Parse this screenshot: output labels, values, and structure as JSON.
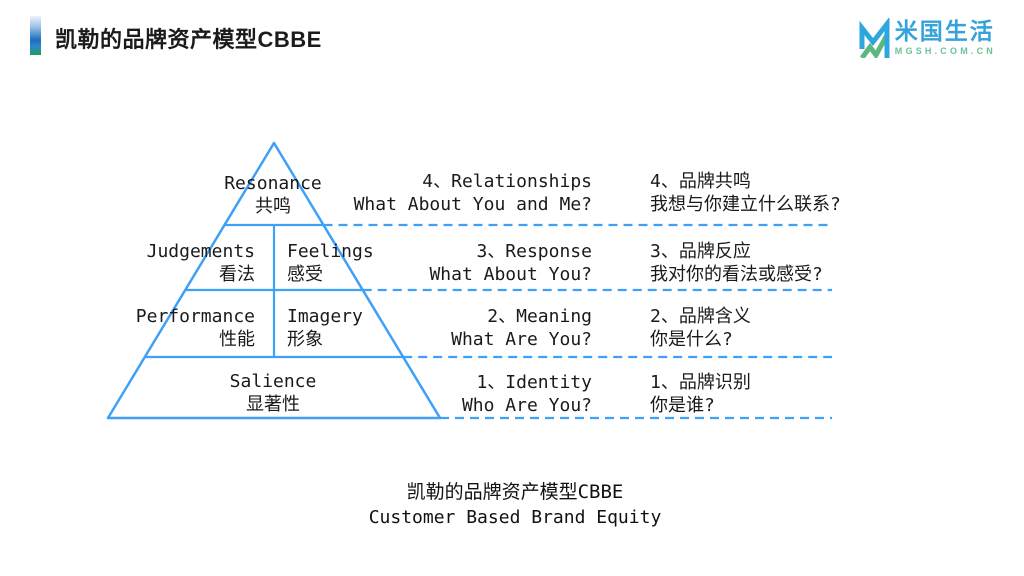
{
  "header": {
    "title": "凯勒的品牌资产模型CBBE"
  },
  "logo": {
    "brand": "米国生活",
    "domain": "MGSH.COM.CN"
  },
  "colors": {
    "line_blue": "#3fa0f8",
    "accent_blue": "#1e6cc0",
    "accent_green": "#1c9e5a",
    "logo_blue": "#35a3db",
    "logo_green": "#6cc299",
    "text": "#1a1a1a"
  },
  "pyramid": {
    "top": {
      "en": "Resonance",
      "zh": "共鸣"
    },
    "row2_left": {
      "en": "Judgements",
      "zh": "看法"
    },
    "row2_right": {
      "en": "Feelings",
      "zh": "感受"
    },
    "row3_left": {
      "en": "Performance",
      "zh": "性能"
    },
    "row3_right": {
      "en": "Imagery",
      "zh": "形象"
    },
    "base": {
      "en": "Salience",
      "zh": "显著性"
    }
  },
  "stages": [
    {
      "label_en": "4、Relationships",
      "question_en": "What About You and Me?",
      "label_zh": "4、品牌共鸣",
      "question_zh": "我想与你建立什么联系?"
    },
    {
      "label_en": "3、Response",
      "question_en": "What About You?",
      "label_zh": "3、品牌反应",
      "question_zh": "我对你的看法或感受?"
    },
    {
      "label_en": "2、Meaning",
      "question_en": "What Are You?",
      "label_zh": "2、品牌含义",
      "question_zh": "你是什么?"
    },
    {
      "label_en": "1、Identity",
      "question_en": "Who Are You?",
      "label_zh": "1、品牌识别",
      "question_zh": "你是谁?"
    }
  ],
  "caption": {
    "line1": "凯勒的品牌资产模型CBBE",
    "line2": "Customer Based Brand Equity"
  }
}
